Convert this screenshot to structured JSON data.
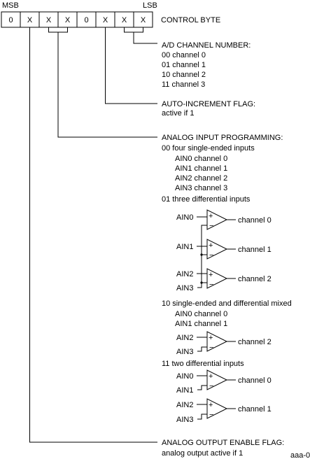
{
  "msb_label": "MSB",
  "lsb_label": "LSB",
  "control_byte_label": "CONTROL BYTE",
  "bits": [
    "0",
    "X",
    "X",
    "X",
    "0",
    "X",
    "X",
    "X"
  ],
  "ad_channel": {
    "title": "A/D CHANNEL NUMBER:",
    "items": [
      "00 channel 0",
      "01 channel 1",
      "10 channel 2",
      "11 channel 3"
    ]
  },
  "auto_increment": {
    "title": "AUTO-INCREMENT FLAG:",
    "note": "active if 1"
  },
  "analog_input": {
    "title": "ANALOG INPUT PROGRAMMING:",
    "mode00": {
      "label": "00  four single-ended inputs",
      "lines": [
        "AIN0  channel 0",
        "AIN1  channel 1",
        "AIN2  channel 2",
        "AIN3  channel 3"
      ]
    },
    "mode01": {
      "label": "01  three differential inputs",
      "ain0": "AIN0",
      "ain1": "AIN1",
      "ain2": "AIN2",
      "ain3": "AIN3",
      "ch0": "channel 0",
      "ch1": "channel 1",
      "ch2": "channel 2"
    },
    "mode10": {
      "label": "10  single-ended and differential mixed",
      "lines": [
        "AIN0  channel 0",
        "AIN1  channel 1"
      ],
      "ain2": "AIN2",
      "ain3": "AIN3",
      "ch2": "channel 2"
    },
    "mode11": {
      "label": "11  two differential inputs",
      "ain0": "AIN0",
      "ain1": "AIN1",
      "ain2": "AIN2",
      "ain3": "AIN3",
      "ch0": "channel 0",
      "ch1": "channel 1"
    }
  },
  "analog_output": {
    "title": "ANALOG OUTPUT ENABLE FLAG:",
    "note": "analog output active if 1"
  },
  "corner_id": "aaa-0"
}
